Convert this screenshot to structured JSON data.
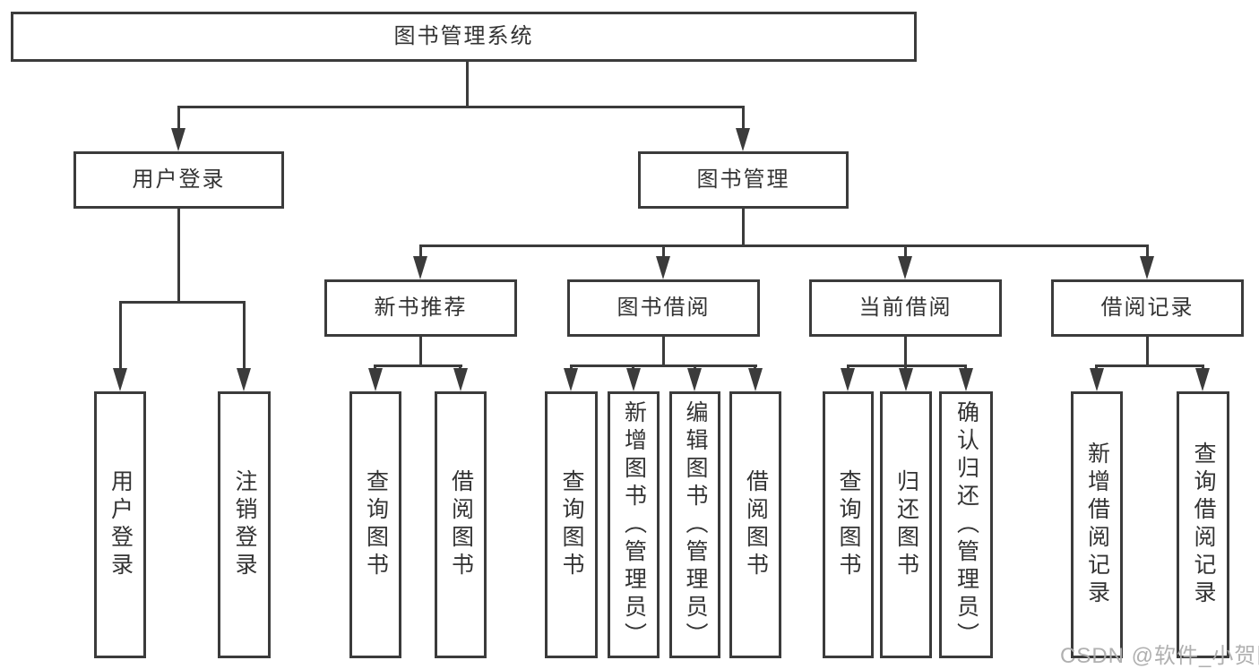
{
  "tree": {
    "root": {
      "label": "图书管理系统",
      "children": [
        {
          "label": "用户登录",
          "children": [
            {
              "label": "用户登录"
            },
            {
              "label": "注销登录"
            }
          ]
        },
        {
          "label": "图书管理",
          "children": [
            {
              "label": "新书推荐",
              "children": [
                {
                  "label": "查询图书"
                },
                {
                  "label": "借阅图书"
                }
              ]
            },
            {
              "label": "图书借阅",
              "children": [
                {
                  "label": "查询图书"
                },
                {
                  "label": "新增图书（管理员）"
                },
                {
                  "label": "编辑图书（管理员）"
                },
                {
                  "label": "借阅图书"
                }
              ]
            },
            {
              "label": "当前借阅",
              "children": [
                {
                  "label": "查询图书"
                },
                {
                  "label": "归还图书"
                },
                {
                  "label": "确认归还（管理员）"
                }
              ]
            },
            {
              "label": "借阅记录",
              "children": [
                {
                  "label": "新增借阅记录"
                },
                {
                  "label": "查询借阅记录"
                }
              ]
            }
          ]
        }
      ]
    }
  },
  "watermark": {
    "text": "CSDN @软件_小贺同学"
  },
  "colors": {
    "line": "#3b3b3b",
    "node_text": "#333333",
    "node_fill": "#ffffff",
    "watermark_text": "#acacac",
    "background": "#ffffff"
  }
}
